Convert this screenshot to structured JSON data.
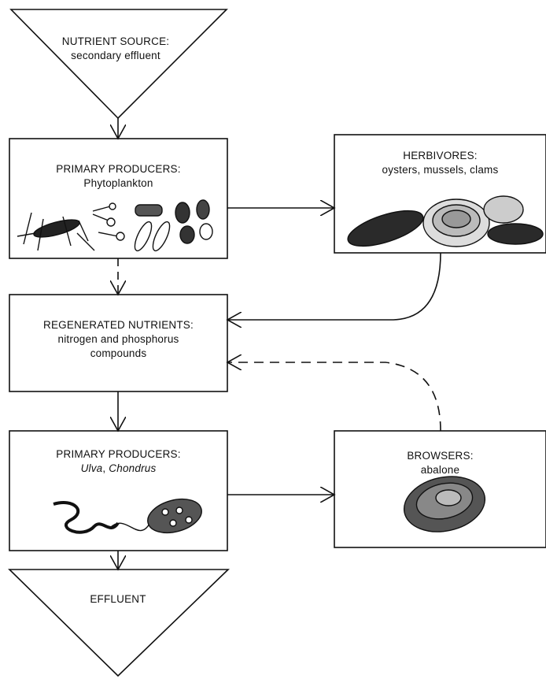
{
  "nutrient_source": {
    "title": "NUTRIENT SOURCE:",
    "subtitle": "secondary effluent"
  },
  "primary_producers_1": {
    "title": "PRIMARY PRODUCERS:",
    "subtitle": "Phytoplankton"
  },
  "herbivores": {
    "title": "HERBIVORES:",
    "subtitle": "oysters, mussels, clams"
  },
  "regenerated_nutrients": {
    "title": "REGENERATED NUTRIENTS:",
    "line2": "nitrogen and phosphorus",
    "line3": "compounds"
  },
  "primary_producers_2": {
    "title": "PRIMARY PRODUCERS:",
    "genus_a": "Ulva",
    "separator": ", ",
    "genus_b": "Chondrus"
  },
  "browsers": {
    "title": "BROWSERS:",
    "subtitle": "abalone"
  },
  "effluent": {
    "title": "EFFLUENT"
  },
  "colors": {
    "ink": "#111111",
    "paper": "#ffffff"
  }
}
